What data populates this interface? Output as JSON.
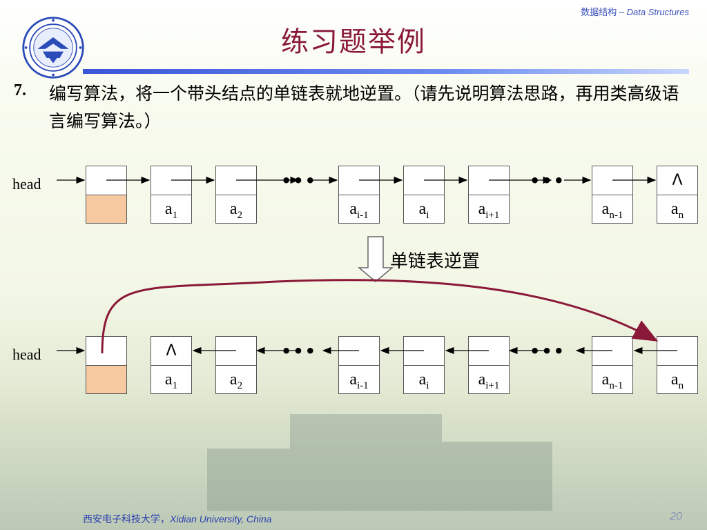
{
  "header": {
    "course_cn": "数据结构",
    "course_sep": " – ",
    "course_en": "Data Structures",
    "title": "练习题举例"
  },
  "question": {
    "number": "7.",
    "text": "编写算法，将一个带头结点的单链表就地逆置。（请先说明算法思路，再用类高级语言编写算法。）"
  },
  "diagram": {
    "head_label": "head",
    "null_symbol": "Λ",
    "ellipsis": "•••",
    "transform_label": "单链表逆置",
    "before": {
      "nodes": [
        {
          "base": "",
          "sub": "",
          "top": "",
          "is_head": true
        },
        {
          "base": "a",
          "sub": "1",
          "top": ""
        },
        {
          "base": "a",
          "sub": "2",
          "top": ""
        },
        {
          "base": "a",
          "sub": "i-1",
          "top": ""
        },
        {
          "base": "a",
          "sub": "i",
          "top": ""
        },
        {
          "base": "a",
          "sub": "i+1",
          "top": ""
        },
        {
          "base": "a",
          "sub": "n-1",
          "top": ""
        },
        {
          "base": "a",
          "sub": "n",
          "top": "Λ"
        }
      ]
    },
    "after": {
      "nodes": [
        {
          "base": "",
          "sub": "",
          "top": "",
          "is_head": true
        },
        {
          "base": "a",
          "sub": "1",
          "top": "Λ"
        },
        {
          "base": "a",
          "sub": "2",
          "top": ""
        },
        {
          "base": "a",
          "sub": "i-1",
          "top": ""
        },
        {
          "base": "a",
          "sub": "i",
          "top": ""
        },
        {
          "base": "a",
          "sub": "i+1",
          "top": ""
        },
        {
          "base": "a",
          "sub": "n-1",
          "top": ""
        },
        {
          "base": "a",
          "sub": "n",
          "top": ""
        }
      ]
    }
  },
  "footer": {
    "school_cn": "西安电子科技大学",
    "school_sep": "，",
    "school_en": "Xidian University, China",
    "page": "20"
  },
  "colors": {
    "title": "#8a1838",
    "accent_blue": "#3a55d8",
    "head_fill": "#f7c9a0",
    "curve": "#8a1838"
  }
}
